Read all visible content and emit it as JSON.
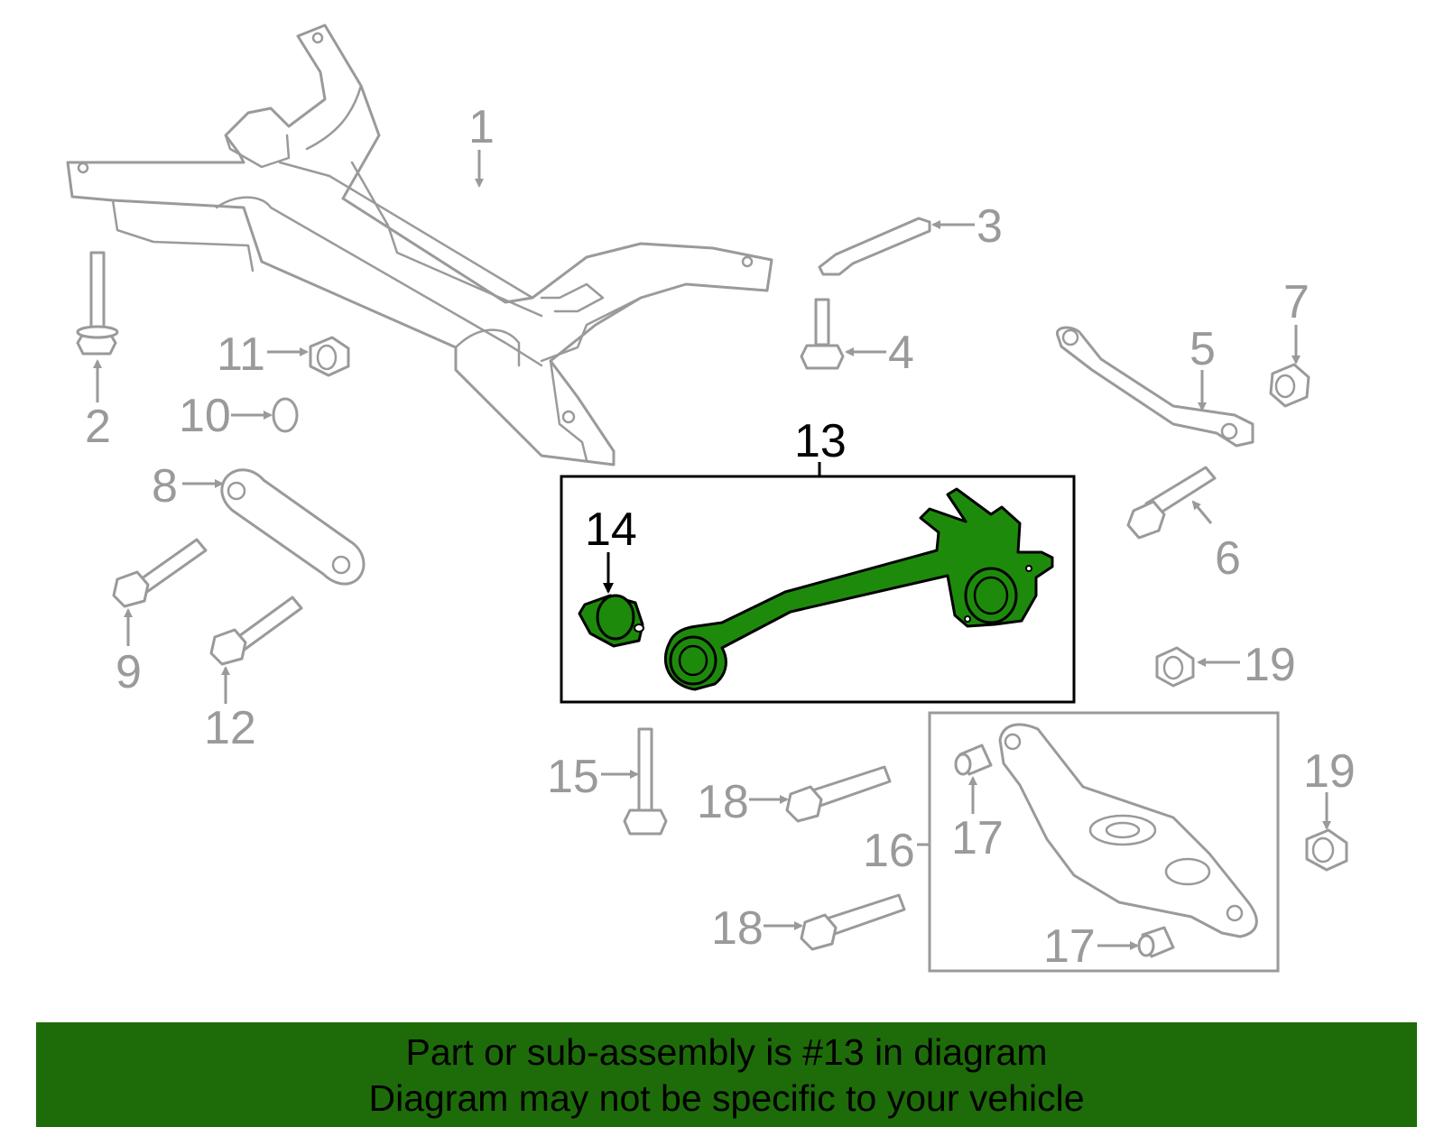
{
  "callouts": {
    "c1": "1",
    "c2": "2",
    "c3": "3",
    "c4": "4",
    "c5": "5",
    "c6": "6",
    "c7": "7",
    "c8": "8",
    "c9": "9",
    "c10": "10",
    "c11": "11",
    "c12": "12",
    "c13": "13",
    "c14": "14",
    "c15": "15",
    "c16": "16",
    "c17a": "17",
    "c17b": "17",
    "c18a": "18",
    "c18b": "18",
    "c19a": "19",
    "c19b": "19"
  },
  "colors": {
    "highlight_part": "#1e8a0c",
    "banner_background": "#1e6b0a",
    "line_gray": "#9a9a9a"
  },
  "banner": {
    "line1": "Part or sub-assembly is #13 in diagram",
    "line2": "Diagram may not be specific to your vehicle"
  }
}
